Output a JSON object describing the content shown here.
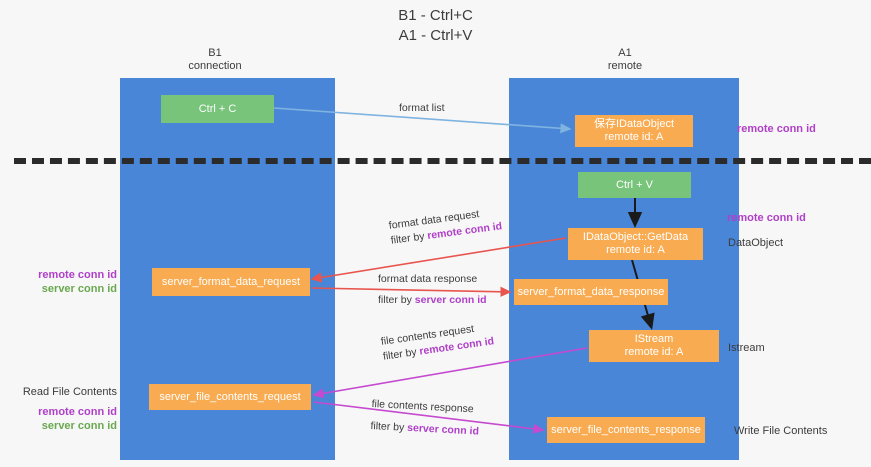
{
  "title": {
    "line1": "B1 - Ctrl+C",
    "line2": "A1 - Ctrl+V"
  },
  "lanes": {
    "left": {
      "name": "B1",
      "role": "connection"
    },
    "right": {
      "name": "A1",
      "role": "remote"
    }
  },
  "boxes": {
    "ctrl_c": {
      "label": "Ctrl + C",
      "color": "#77c47a"
    },
    "idataobject": {
      "line1": "保存IDataObject",
      "line2": "remote id: A",
      "color": "#f9ab51"
    },
    "ctrl_v": {
      "label": "Ctrl + V",
      "color": "#77c47a"
    },
    "getdata": {
      "line1": "IDataObject::GetData",
      "line2": "remote id: A",
      "color": "#f9ab51"
    },
    "server_format_data_request": {
      "label": "server_format_data_request",
      "color": "#f9ab51"
    },
    "server_format_data_response": {
      "label": "server_format_data_response",
      "color": "#f9ab51"
    },
    "istream": {
      "line1": "IStream",
      "line2": "remote id: A",
      "color": "#f9ab51"
    },
    "server_file_contents_request": {
      "label": "server_file_contents_request",
      "color": "#f9ab51"
    },
    "server_file_contents_response": {
      "label": "server_file_contents_response",
      "color": "#f9ab51"
    }
  },
  "side_labels": {
    "remote_conn_id_top": "remote conn id",
    "remote_conn_id_mid": "remote conn id",
    "dataobject": "DataObject",
    "istream": "Istream",
    "write_file_contents": "Write File Contents",
    "read_file_contents": "Read File Contents",
    "remote_conn_id_left": "remote conn id",
    "server_conn_id_left": "server conn id",
    "remote_conn_id_left2": "remote conn id",
    "server_conn_id_left2": "server conn id"
  },
  "edges": {
    "format_list": {
      "label": "format list",
      "color": "#7fb3e0"
    },
    "format_data_request": {
      "line1": "format data request",
      "line2_prefix": "filter by ",
      "line2_key": "remote conn id",
      "color": "#e8554e"
    },
    "format_data_response": {
      "line1": "format data response",
      "line2_prefix": "filter by ",
      "line2_key": "server conn id",
      "color": "#e8554e"
    },
    "file_contents_request": {
      "line1": "file contents request",
      "line2_prefix": "filter by ",
      "line2_key": "remote conn id",
      "color": "#c54ad0"
    },
    "file_contents_response": {
      "line1": "file contents response",
      "line2_prefix": "filter by ",
      "line2_key": "server conn id",
      "color": "#c54ad0"
    }
  },
  "colors": {
    "lane": "#4a86d8",
    "orange": "#f9ab51",
    "green": "#77c47a",
    "divider": "#2b2b2b",
    "purple_text": "#b03fc9",
    "green_text": "#6aa84f",
    "red_arrow": "#e8554e",
    "magenta_arrow": "#c54ad0",
    "blue_arrow": "#7fb3e0",
    "black_arrow": "#1a1a1a",
    "background": "#f7f7f7"
  }
}
